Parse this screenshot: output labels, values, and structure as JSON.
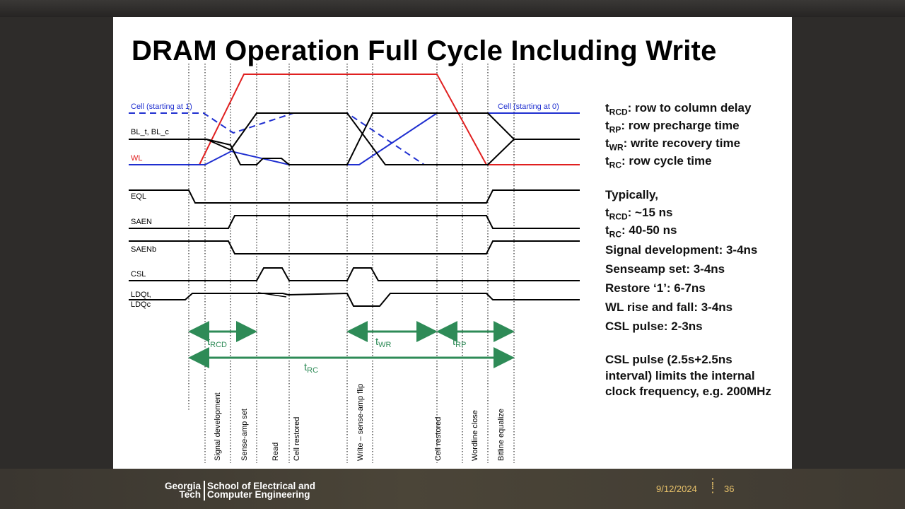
{
  "title": "DRAM Operation Full Cycle Including Write",
  "signals": {
    "cell1": "Cell (starting at 1)",
    "cell0": "Cell (starting at 0)",
    "bl": "BL_t, BL_c",
    "wl": "WL",
    "eql": "EQL",
    "saen": "SAEN",
    "saenb": "SAENb",
    "csl": "CSL",
    "ldqt": "LDQt,",
    "ldqc": "LDQc"
  },
  "phases": [
    "Signal development",
    "Sense-amp set",
    "Read",
    "Cell restored",
    "Write – sense-amp flip",
    "Cell restored",
    "Wordline close",
    "Bitline equalize"
  ],
  "timing_arrows": [
    {
      "base": "t",
      "sub": "RCD"
    },
    {
      "base": "t",
      "sub": "WR"
    },
    {
      "base": "t",
      "sub": "RP"
    },
    {
      "base": "t",
      "sub": "RC"
    }
  ],
  "definitions": [
    {
      "sym": "t",
      "sub": "RCD",
      "text": ": row to column delay"
    },
    {
      "sym": "t",
      "sub": "RP",
      "text": ": row precharge time"
    },
    {
      "sym": "t",
      "sub": "WR",
      "text": ": write recovery time"
    },
    {
      "sym": "t",
      "sub": "RC",
      "text": ": row cycle time"
    }
  ],
  "typical_heading": "Typically,",
  "typical": [
    {
      "sym": "t",
      "sub": "RCD",
      "text": ": ~15 ns"
    },
    {
      "sym": "t",
      "sub": "RC",
      "text": ": 40-50 ns"
    }
  ],
  "typical_items": [
    "Signal development:  3-4ns",
    "Senseamp set: 3-4ns",
    "Restore ‘1’: 6-7ns",
    "WL rise and fall: 3-4ns",
    "CSL pulse: 2-3ns"
  ],
  "csl_note": "CSL pulse (2.5s+2.5ns interval) limits the internal clock frequency, e.g. 200MHz",
  "footer": {
    "logo_line1": "Georgia",
    "logo_line2": "Tech",
    "school_line1": "School of Electrical and",
    "school_line2": "Computer Engineering",
    "date": "9/12/2024",
    "page": "36"
  },
  "colors": {
    "red": "#e02020",
    "blue": "#1f2fd0",
    "green": "#2e8b57",
    "black": "#000000"
  }
}
